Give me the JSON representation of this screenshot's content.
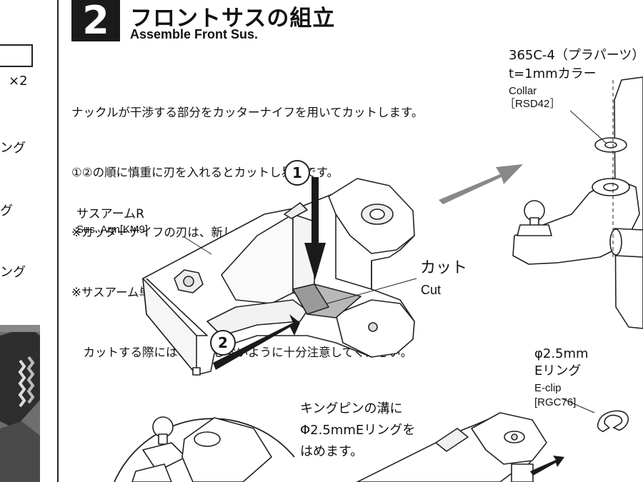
{
  "step": {
    "number": "2",
    "title_jp": "フロントサスの組立",
    "title_en": "Assemble Front Sus."
  },
  "instructions": [
    "ナックルが干渉する部分をカッターナイフを用いてカットします。",
    "①②の順に慎重に刃を入れるとカットし易いです。",
    "※カッターナイフの刃は、新しい物を使用して下さい。",
    "※サスアーム単体での安定性が悪く作業し難いので",
    "　カットする際にはケガをしないように十分注意してください。"
  ],
  "left_column": {
    "quantity": "×2",
    "fragments": [
      "ング",
      "グ",
      "ング"
    ]
  },
  "labels": {
    "sus_arm_jp": "サスアームR",
    "sus_arm_en": "Sus. Arm[KM9]",
    "cut_jp": "カット",
    "cut_en": "Cut",
    "step1": "1",
    "step2": "2",
    "collar_line1": "365C-4（プラパーツ）",
    "collar_line2": "t=1mmカラー",
    "collar_en": "Collar",
    "collar_code": "［RSD42］",
    "eclip_size": "φ2.5mm",
    "eclip_jp": "Eリング",
    "eclip_en": "E-clip",
    "eclip_code": "[RGC76]",
    "kingpin_line1": "キングピンの溝に",
    "kingpin_line2": "Φ2.5mmEリングを",
    "kingpin_line3": "はめます。"
  }
}
